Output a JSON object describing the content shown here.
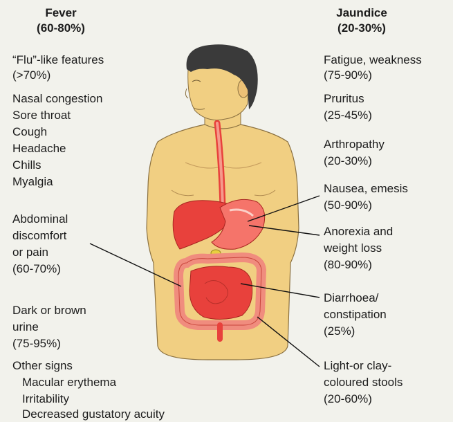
{
  "left": {
    "heading_line1": "Fever",
    "heading_line2": "(60-80%)",
    "flu_line1": "“Flu”-like features",
    "flu_line2": "(>70%)",
    "symptoms": [
      "Nasal congestion",
      "Sore throat",
      "Cough",
      "Headache",
      "Chills",
      "Myalgia"
    ],
    "abdominal_line1": "Abdominal",
    "abdominal_line2": "discomfort",
    "abdominal_line3": "or pain",
    "abdominal_line4": "(60-70%)",
    "urine_line1": "Dark or brown",
    "urine_line2": "urine",
    "urine_line3": "(75-95%)",
    "other_title": "Other signs",
    "other_items": [
      "Macular erythema",
      "Irritability",
      "Decreased gustatory acuity"
    ]
  },
  "right": {
    "heading_line1": "Jaundice",
    "heading_line2": "(20-30%)",
    "fatigue_line1": "Fatigue, weakness",
    "fatigue_line2": "(75-90%)",
    "pruritus_line1": "Pruritus",
    "pruritus_line2": "(25-45%)",
    "arthropathy_line1": "Arthropathy",
    "arthropathy_line2": "(20-30%)",
    "nausea_line1": "Nausea, emesis",
    "nausea_line2": "(50-90%)",
    "anorexia_line1": "Anorexia and",
    "anorexia_line2": "weight loss",
    "anorexia_line3": "(80-90%)",
    "diarrhoea_line1": "Diarrhoea/",
    "diarrhoea_line2": "constipation",
    "diarrhoea_line3": "(25%)",
    "stools_line1": "Light-or clay-",
    "stools_line2": "coloured stools",
    "stools_line3": "(20-60%)"
  },
  "colors": {
    "background": "#f2f2ec",
    "skin": "#f1cf82",
    "skin_outline": "#8a7040",
    "hair": "#3a3a3a",
    "organ_red": "#e8413c",
    "organ_light": "#f59a8c",
    "leader_line": "#111111"
  }
}
